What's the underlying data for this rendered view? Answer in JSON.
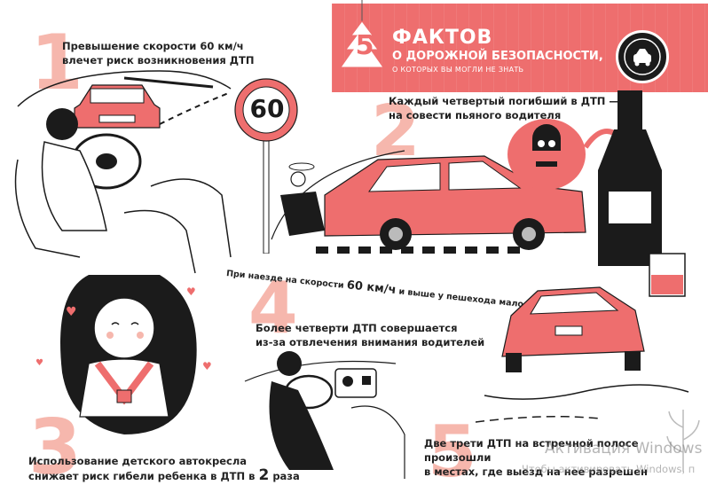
{
  "header": {
    "number": "5",
    "title": "ФАКТОВ",
    "subtitle": "О ДОРОЖНОЙ БЕЗОПАСНОСТИ,",
    "subtitle2": "О КОТОРЫХ ВЫ МОГЛИ НЕ ЗНАТЬ"
  },
  "facts": [
    {
      "num": "1",
      "text_line1": "Превышение скорости 60 км/ч",
      "text_line2": "влечет риск возникновения ДТП"
    },
    {
      "num": "2",
      "text_line1": "Каждый четвертый погибший в ДТП —",
      "text_line2": "на совести пьяного водителя"
    },
    {
      "num": "3",
      "text_line1": "Использование детского автокресла",
      "text_line2": "снижает риск гибели ребенка в ДТП в",
      "highlight": "2",
      "text_tail": "раза"
    },
    {
      "num": "4",
      "text_line1": "Более четверти ДТП совершается",
      "text_line2": "из-за отвлечения внимания водителей"
    },
    {
      "num": "5",
      "text_line1": "Две трети ДТП на встречной полосе произошли",
      "text_line2": "в местах, где выезд на нее разрешен"
    }
  ],
  "speed_sign": "60",
  "pedestrian_note": {
    "prefix": "При наезде на скорости",
    "speed": "60 км/ч",
    "suffix": "и выше у пешехода мало шансов выжить"
  },
  "watermark": {
    "line1": "Активация Windows",
    "line2": "Чтобы активировать Windows, п"
  },
  "colors": {
    "accent": "#ee6e6e",
    "number": "#f6b7ad",
    "dark": "#1b1b1b"
  }
}
